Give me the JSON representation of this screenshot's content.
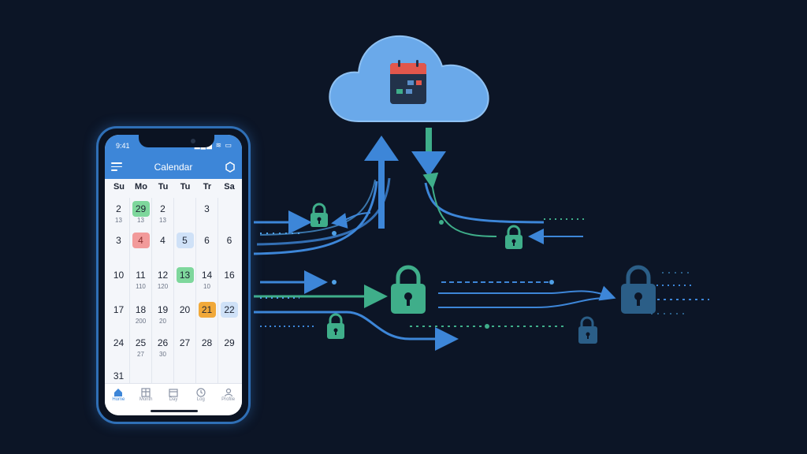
{
  "phone": {
    "status_time": "9:41",
    "status_icons": "▂▄▆ ≋ ▭",
    "app_title": "Calendar"
  },
  "calendar": {
    "weekdays": [
      "Su",
      "Mo",
      "Tu",
      "Tu",
      "Tr",
      "Sa"
    ],
    "weeks": [
      [
        {
          "day": "2",
          "sub": "13"
        },
        {
          "day": "29",
          "sub": "13"
        },
        {
          "day": "2",
          "sub": "13"
        },
        {
          "day": "",
          "sub": ""
        },
        {
          "day": "3",
          "sub": ""
        },
        {
          "day": "",
          "sub": ""
        }
      ],
      [
        {
          "day": "3",
          "sub": ""
        },
        {
          "day": "4",
          "sub": ""
        },
        {
          "day": "4",
          "sub": ""
        },
        {
          "day": "5",
          "sub": ""
        },
        {
          "day": "6",
          "sub": ""
        },
        {
          "day": "6",
          "sub": ""
        }
      ],
      [
        {
          "day": "10",
          "sub": ""
        },
        {
          "day": "11",
          "sub": "110"
        },
        {
          "day": "12",
          "sub": "120"
        },
        {
          "day": "13",
          "sub": ""
        },
        {
          "day": "14",
          "sub": "10"
        },
        {
          "day": "16",
          "sub": ""
        }
      ],
      [
        {
          "day": "17",
          "sub": ""
        },
        {
          "day": "18",
          "sub": "200"
        },
        {
          "day": "19",
          "sub": "20"
        },
        {
          "day": "20",
          "sub": ""
        },
        {
          "day": "21",
          "sub": ""
        },
        {
          "day": "22",
          "sub": ""
        }
      ],
      [
        {
          "day": "24",
          "sub": ""
        },
        {
          "day": "25",
          "sub": "27"
        },
        {
          "day": "26",
          "sub": "30"
        },
        {
          "day": "27",
          "sub": ""
        },
        {
          "day": "28",
          "sub": ""
        },
        {
          "day": "29",
          "sub": ""
        }
      ],
      [
        {
          "day": "31",
          "sub": ""
        },
        {
          "day": "",
          "sub": ""
        },
        {
          "day": "",
          "sub": ""
        },
        {
          "day": "",
          "sub": ""
        },
        {
          "day": "",
          "sub": ""
        },
        {
          "day": "",
          "sub": ""
        }
      ]
    ]
  },
  "tabs": [
    {
      "icon": "home-icon",
      "label": "Home"
    },
    {
      "icon": "grid-icon",
      "label": "Month"
    },
    {
      "icon": "calendar-icon",
      "label": "Day"
    },
    {
      "icon": "clock-icon",
      "label": "Log"
    },
    {
      "icon": "person-icon",
      "label": "Profile"
    }
  ],
  "colors": {
    "accent": "#3d86d8",
    "highlight_green": "#7ed79c",
    "highlight_red": "#f29a9a",
    "highlight_orange": "#f1a93a",
    "lock_green": "#3fae8a",
    "lock_blue": "#2b5e87",
    "cloud": "#6aa9ea",
    "background": "#0c1526"
  }
}
